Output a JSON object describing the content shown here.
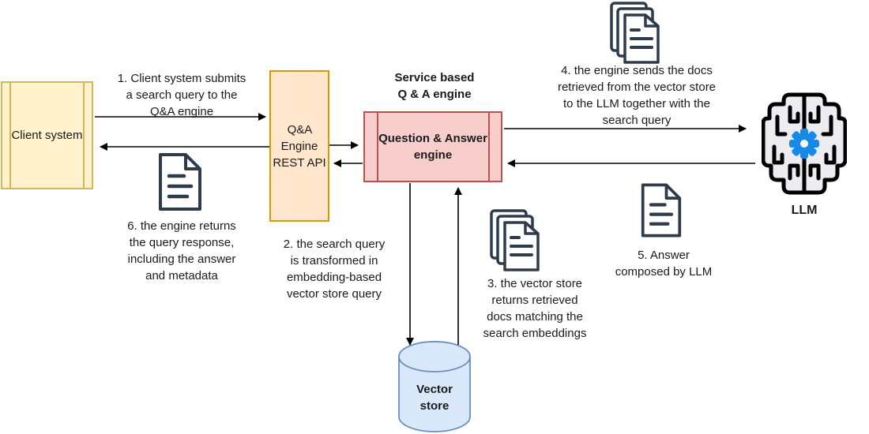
{
  "colors": {
    "client_fill": "#fff2cc",
    "client_border": "#d6b656",
    "rest_api_fill": "#ffe6cc",
    "rest_api_border": "#d79b00",
    "engine_fill": "#f8cecc",
    "engine_border": "#b85450",
    "vector_store_fill": "#dae8fc",
    "vector_store_border": "#6c8ebf",
    "document_icon": "#2d3b4a",
    "llm_gear": "#1789e6",
    "arrow": "#000000",
    "text": "#1a1a1a"
  },
  "nodes": {
    "client": {
      "lines": [
        "Client",
        "system"
      ]
    },
    "rest_api": {
      "lines": [
        "Q&A",
        "Engine",
        "REST",
        "API"
      ]
    },
    "engine_heading": {
      "lines": [
        "Service based",
        "Q & A engine"
      ]
    },
    "engine": {
      "lines": [
        "Question &",
        "Answer",
        "engine"
      ]
    },
    "vector_store": {
      "lines": [
        "Vector",
        "store"
      ]
    },
    "llm": {
      "label": "LLM"
    }
  },
  "steps": {
    "step1": {
      "lines": [
        "1. Client system submits",
        "a search query to the",
        "Q&A engine"
      ]
    },
    "step2": {
      "lines": [
        "2. the search query",
        "is transformed in",
        "embedding-based",
        "vector store query"
      ]
    },
    "step3": {
      "lines": [
        "3. the vector store",
        "returns retrieved",
        "docs matching the",
        "search embeddings"
      ]
    },
    "step4": {
      "lines": [
        "4. the engine sends the docs",
        "retrieved from the vector store",
        "to the LLM together with the",
        "search query"
      ]
    },
    "step5": {
      "lines": [
        "5. Answer",
        "composed by LLM"
      ]
    },
    "step6": {
      "lines": [
        "6. the engine returns",
        "the query response,",
        "including the answer",
        "and metadata"
      ]
    }
  },
  "icons": {
    "llm": "brain-gear-icon",
    "vector_store": "database-cylinder-icon",
    "answer_document": "document-icon",
    "retrieved_docs": "documents-stack-icon"
  }
}
